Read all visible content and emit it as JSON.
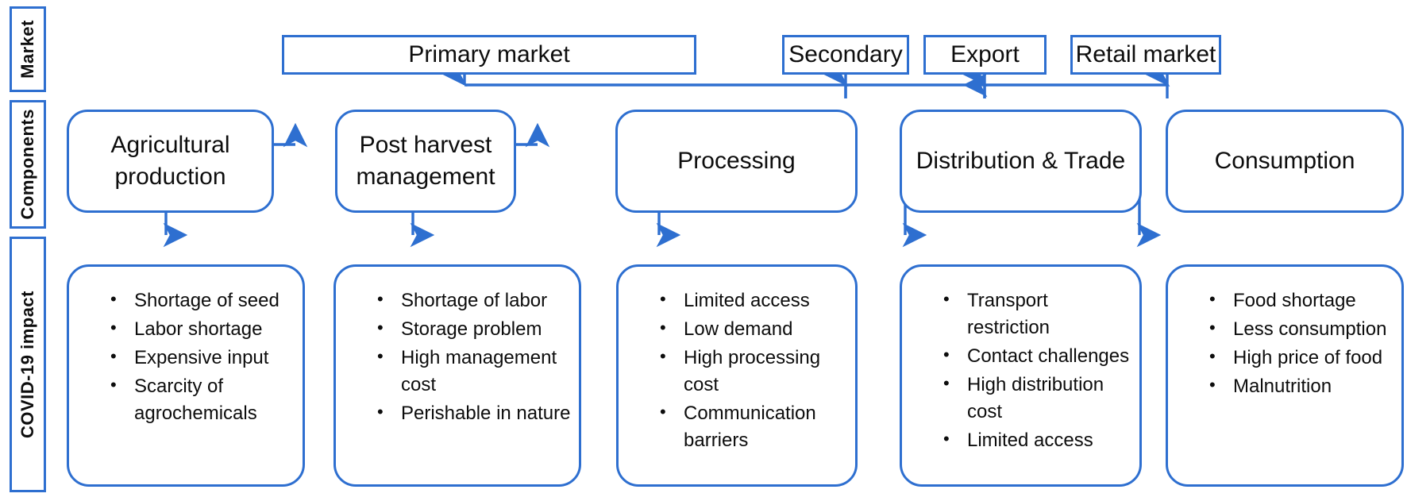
{
  "diagram": {
    "accent_color": "#2e6fd0",
    "text_color": "#0d0d0d",
    "background": "#ffffff"
  },
  "row_labels": [
    {
      "id": "market",
      "label": "Market"
    },
    {
      "id": "components",
      "label": "Components"
    },
    {
      "id": "covid_impact",
      "label": "COVID-19 impact"
    }
  ],
  "market_boxes": [
    {
      "id": "primary-market",
      "label": "Primary market"
    },
    {
      "id": "secondary",
      "label": "Secondary"
    },
    {
      "id": "export",
      "label": "Export"
    },
    {
      "id": "retail-market",
      "label": "Retail market"
    }
  ],
  "components": [
    {
      "id": "agricultural-production",
      "line1": "Agricultural",
      "line2": "production"
    },
    {
      "id": "post-harvest-management",
      "line1": "Post harvest",
      "line2": "management"
    },
    {
      "id": "processing",
      "line1": "Processing",
      "line2": ""
    },
    {
      "id": "distribution-trade",
      "line1": "Distribution & Trade",
      "line2": ""
    },
    {
      "id": "consumption",
      "line1": "Consumption",
      "line2": ""
    }
  ],
  "impacts": [
    {
      "id": "agricultural-production-impacts",
      "items": [
        "Shortage of seed",
        "Labor shortage",
        "Expensive input",
        "Scarcity of agrochemicals"
      ]
    },
    {
      "id": "post-harvest-management-impacts",
      "items": [
        "Shortage of labor",
        "Storage problem",
        "High management cost",
        "Perishable in nature"
      ]
    },
    {
      "id": "processing-impacts",
      "items": [
        "Limited access",
        "Low demand",
        "High processing cost",
        "Communication barriers"
      ]
    },
    {
      "id": "distribution-trade-impacts",
      "items": [
        "Transport restriction",
        "Contact challenges",
        "High distribution cost",
        "Limited access"
      ]
    },
    {
      "id": "consumption-impacts",
      "items": [
        "Food shortage",
        "Less consumption",
        "High price of food",
        "Malnutrition"
      ]
    }
  ]
}
